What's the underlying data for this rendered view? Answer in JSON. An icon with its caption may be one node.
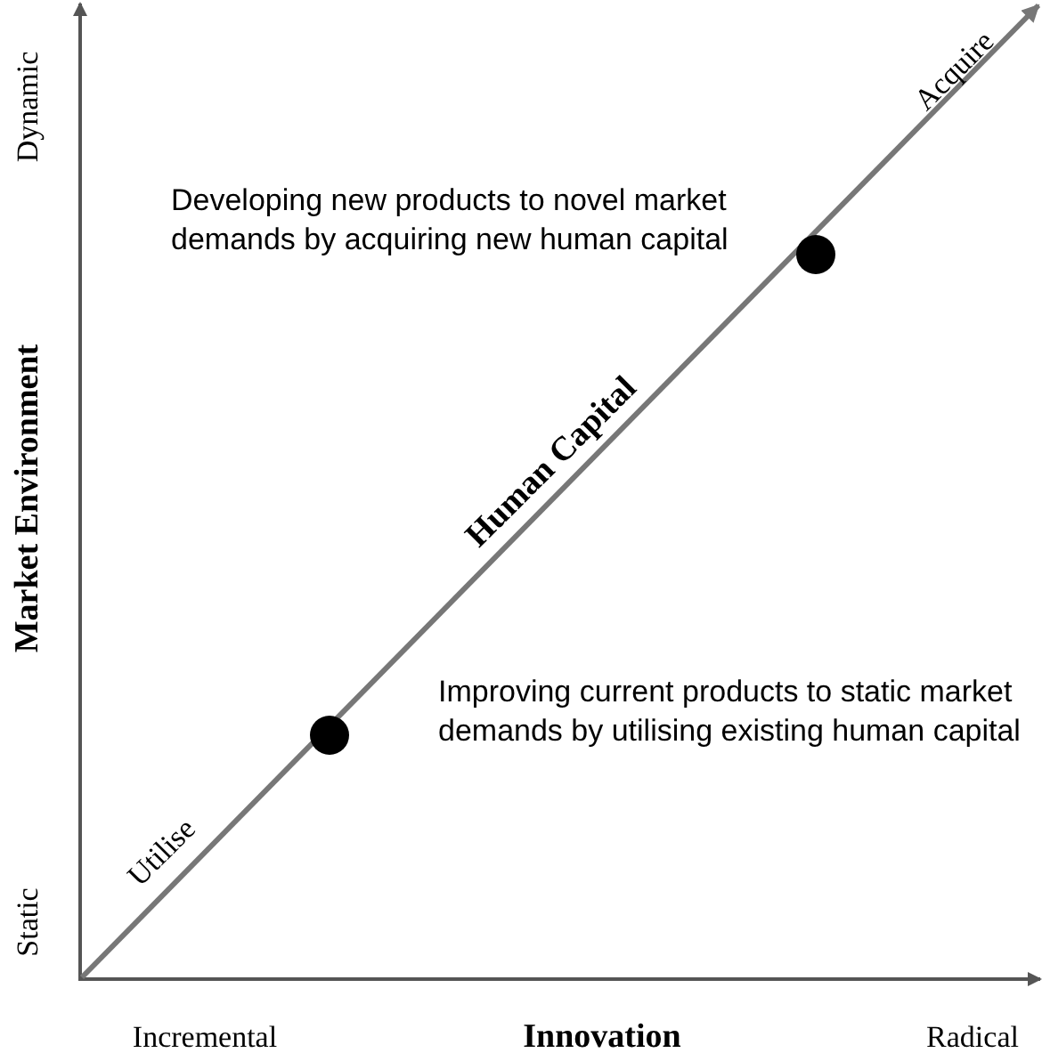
{
  "diagram": {
    "labels": [
      "Dynamic",
      "Acquire",
      "Developing new products to novel market demands by acquiring new human capital",
      "Human Capital",
      "Market Environment",
      "Improving current products to static market demands by utilising existing human capital",
      "Utilise",
      "Static",
      "Incremental",
      "Innovation",
      "Radical"
    ]
  }
}
